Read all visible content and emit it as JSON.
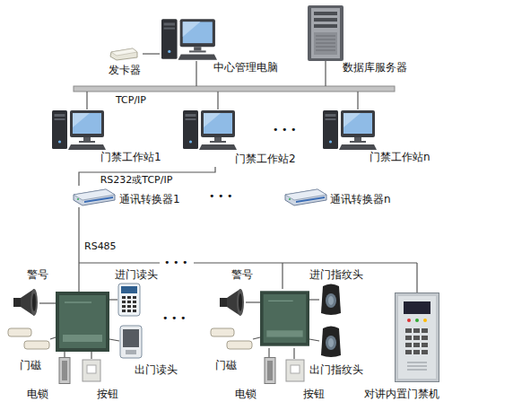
{
  "diagram": {
    "nodes": [
      {
        "text": [
          "发卡器"
        ]
      },
      {
        "text": [
          "中心管理电脑"
        ]
      },
      {
        "text": [
          "数据库服务器"
        ]
      },
      {
        "text": [
          "门禁工作站1"
        ]
      },
      {
        "text": [
          "门禁工作站2"
        ]
      },
      {
        "text": [
          "门禁工作站n"
        ]
      },
      {
        "text": [
          "通讯转换器1"
        ]
      },
      {
        "text": [
          "通讯转换器n"
        ]
      },
      {
        "text": [
          "警号"
        ]
      },
      {
        "text": [
          "进门读头"
        ]
      },
      {
        "text": [
          "门磁"
        ]
      },
      {
        "text": [
          "出门读头"
        ]
      },
      {
        "text": [
          "电锁"
        ]
      },
      {
        "text": [
          "按钮"
        ]
      },
      {
        "text": [
          "警号"
        ]
      },
      {
        "text": [
          "进门指纹头"
        ]
      },
      {
        "text": [
          "门磁"
        ]
      },
      {
        "text": [
          "出门指纹头"
        ]
      },
      {
        "text": [
          "电锁"
        ]
      },
      {
        "text": [
          "按钮"
        ]
      },
      {
        "text": [
          "对讲内置门禁机"
        ]
      }
    ],
    "edges": [
      {
        "from": 4,
        "to": 6,
        "arrow": "none",
        "label": "RS232或TCP/IP"
      },
      {
        "from": 0,
        "to": 1,
        "arrow": "none"
      }
    ],
    "labels": [
      "TCP/IP",
      "• • •",
      "• • •",
      "RS485",
      "• • •",
      "• • •"
    ]
  }
}
